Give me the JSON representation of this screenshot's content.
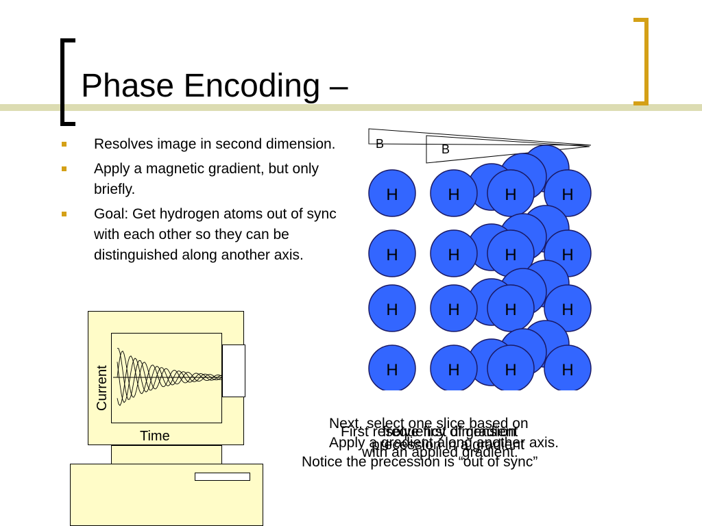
{
  "slide": {
    "title": "Phase Encoding –",
    "bullets": [
      "Resolves image in second dimension.",
      "Apply a magnetic gradient, but only briefly.",
      "Goal: Get hydrogen atoms out of sync with each other so they can be distinguished along another axis."
    ]
  },
  "diagram": {
    "gradient_labels": [
      "B",
      "B"
    ],
    "atom_label": "H",
    "colors": {
      "atom_fill": "#3366ff",
      "accent": "#d4a017",
      "monitor": "#fffcc8",
      "rule": "#dcdcb2"
    }
  },
  "computer": {
    "ylabel": "Current",
    "xlabel": "Time"
  },
  "captions": {
    "line_a": "Next, select one slice based on",
    "line_b": "First resolve first dimension",
    "line_c": "frequency of gradient",
    "line_d": "precession in a gradient",
    "line_e": "Apply a gradient along another axis.",
    "line_f": "with an applied gradient.",
    "line_g": "Notice the precession is “out of sync”"
  }
}
